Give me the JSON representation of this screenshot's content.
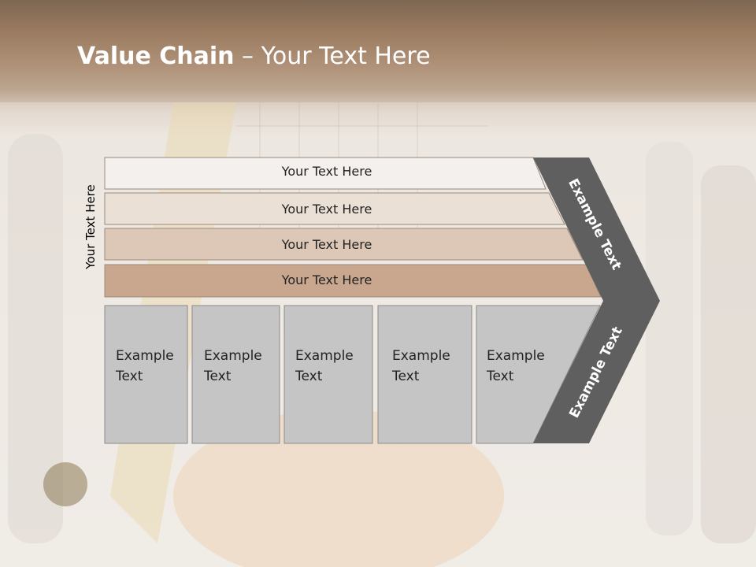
{
  "slide": {
    "title_bold": "Value Chain",
    "title_rest": " – Your Text Here",
    "vertical_label": "Your Text Here"
  },
  "bars": [
    {
      "label": "Your Text Here",
      "color": "#f3f0ed"
    },
    {
      "label": "Your Text Here",
      "color": "#ebe0d6"
    },
    {
      "label": "Your Text Here",
      "color": "#ddc8b7"
    },
    {
      "label": "Your Text Here",
      "color": "#c8a78e"
    }
  ],
  "boxes": [
    {
      "line1": "Example",
      "line2": "Text"
    },
    {
      "line1": "Example",
      "line2": "Text"
    },
    {
      "line1": "Example",
      "line2": "Text"
    },
    {
      "line1": "Example",
      "line2": "Text"
    },
    {
      "line1": "Example",
      "line2": "Text"
    }
  ],
  "chevron": {
    "upper_label": "Example Text",
    "lower_label": "Example Text",
    "color": "#5f5f5f"
  }
}
